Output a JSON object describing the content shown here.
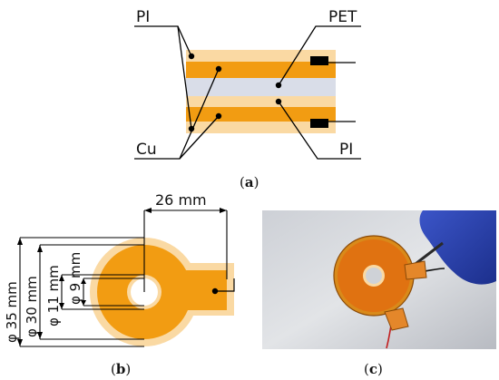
{
  "colors": {
    "light_orange": "#fad9a3",
    "orange": "#f29c12",
    "pet_gray": "#d9dde8",
    "black": "#000000"
  },
  "panel_a": {
    "label_pi_top": "PI",
    "label_pet": "PET",
    "label_cu": "Cu",
    "label_pi_bottom": "PI",
    "caption_open": "(",
    "caption_letter": "a",
    "caption_close": ")"
  },
  "panel_b": {
    "dim_width": "26 mm",
    "dim_outer": "φ 35 mm",
    "dim_outer_cu": "φ 30 mm",
    "dim_hole_outer": "φ 11 mm",
    "dim_hole": "φ 9 mm",
    "caption_open": "(",
    "caption_letter": "b",
    "caption_close": ")"
  },
  "panel_c": {
    "photo_description_icon": "photo-icon",
    "caption_open": "(",
    "caption_letter": "c",
    "caption_close": ")"
  }
}
